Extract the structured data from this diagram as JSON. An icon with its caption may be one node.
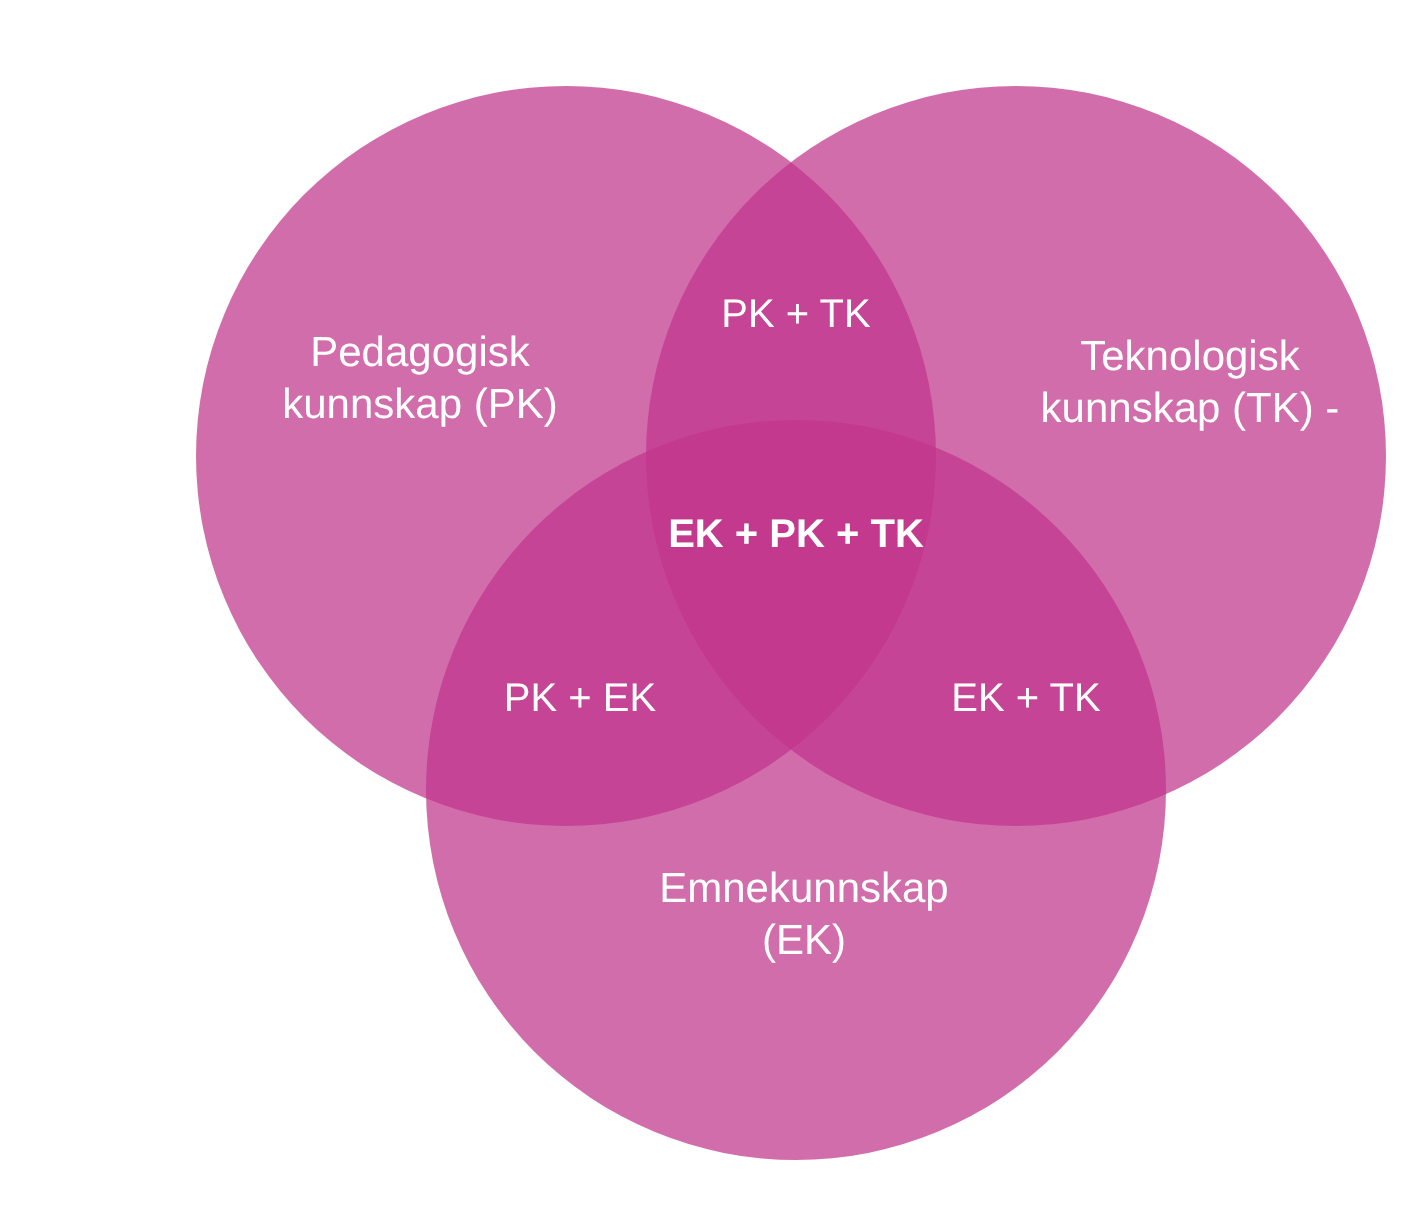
{
  "diagram": {
    "nodes": [
      {
        "text": [
          "Pedagogisk kunnskap (PK)"
        ]
      },
      {
        "text": [
          "Teknologisk kunnskap (TK) -"
        ]
      },
      {
        "text": [
          "Emnekunnskap (EK)"
        ]
      }
    ],
    "labels": [
      "PK + TK",
      "EK + PK + TK",
      "PK + EK",
      "EK + TK"
    ]
  }
}
